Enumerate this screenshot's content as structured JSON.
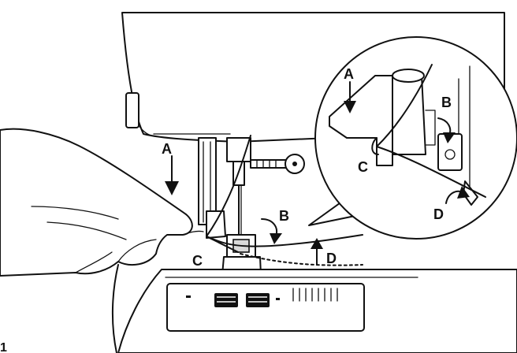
{
  "labels": {
    "a_main": "A",
    "b_main": "B",
    "c_main": "C",
    "d_main": "D",
    "a_detail": "A",
    "b_detail": "B",
    "c_detail": "C",
    "d_detail": "D",
    "step_number": "1"
  },
  "colors": {
    "ink": "#111111",
    "paper": "#ffffff",
    "shade": "#d9d9d9"
  },
  "icons": {
    "arrow_a": "down-arrow-icon",
    "arrow_b": "curved-arrow-icon",
    "arrow_d": "up-arrow-icon"
  }
}
